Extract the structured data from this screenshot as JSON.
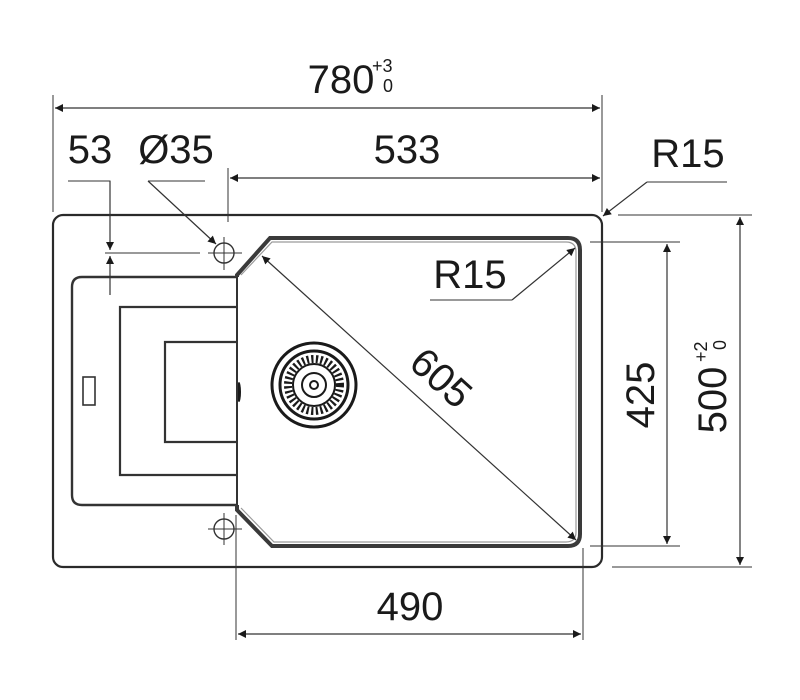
{
  "drawing": {
    "units": "mm",
    "overall_width": {
      "value": "780",
      "tol_upper": "+3",
      "tol_lower": "0"
    },
    "overall_depth": {
      "value": "500",
      "tol_upper": "+2",
      "tol_lower": "0"
    },
    "bowl_width_from_tap": {
      "value": "533"
    },
    "bowl_width_bottom": {
      "value": "490"
    },
    "bowl_depth": {
      "value": "425"
    },
    "bowl_diagonal": {
      "value": "605"
    },
    "tap_hole_offset": {
      "value": "53"
    },
    "tap_hole_diameter": {
      "value": "Ø35"
    },
    "outer_corner_radius": {
      "value": "R15"
    },
    "bowl_corner_radius": {
      "value": "R15"
    }
  },
  "colors": {
    "line": "#2a2a2a",
    "background": "#ffffff"
  }
}
